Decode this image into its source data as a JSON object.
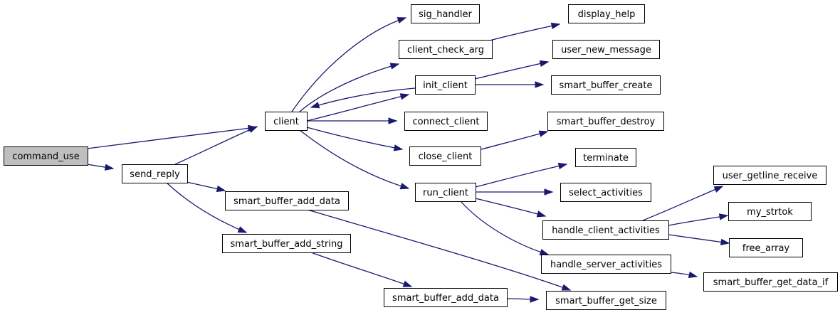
{
  "graph": {
    "nodes": [
      {
        "id": "command_use",
        "label": "command_use",
        "highlight": true
      },
      {
        "id": "client",
        "label": "client"
      },
      {
        "id": "send_reply",
        "label": "send_reply"
      },
      {
        "id": "sig_handler",
        "label": "sig_handler"
      },
      {
        "id": "client_check_arg",
        "label": "client_check_arg"
      },
      {
        "id": "init_client",
        "label": "init_client"
      },
      {
        "id": "connect_client",
        "label": "connect_client"
      },
      {
        "id": "close_client",
        "label": "close_client"
      },
      {
        "id": "run_client",
        "label": "run_client"
      },
      {
        "id": "display_help",
        "label": "display_help"
      },
      {
        "id": "user_new_message",
        "label": "user_new_message"
      },
      {
        "id": "smart_buffer_create",
        "label": "smart_buffer_create"
      },
      {
        "id": "smart_buffer_destroy",
        "label": "smart_buffer_destroy"
      },
      {
        "id": "terminate",
        "label": "terminate"
      },
      {
        "id": "select_activities",
        "label": "select_activities"
      },
      {
        "id": "handle_client_activities",
        "label": "handle_client_activities"
      },
      {
        "id": "handle_server_activities",
        "label": "handle_server_activities"
      },
      {
        "id": "user_getline_receive",
        "label": "user_getline_receive"
      },
      {
        "id": "my_strtok",
        "label": "my_strtok"
      },
      {
        "id": "free_array",
        "label": "free_array"
      },
      {
        "id": "smart_buffer_get_data_if",
        "label": "smart_buffer_get_data_if"
      },
      {
        "id": "smart_buffer_add_data_1",
        "label": "smart_buffer_add_data"
      },
      {
        "id": "smart_buffer_add_string",
        "label": "smart_buffer_add_string"
      },
      {
        "id": "smart_buffer_add_data_2",
        "label": "smart_buffer_add_data"
      },
      {
        "id": "smart_buffer_get_size",
        "label": "smart_buffer_get_size"
      }
    ],
    "edges": [
      {
        "from": "command_use",
        "to": "client"
      },
      {
        "from": "command_use",
        "to": "send_reply"
      },
      {
        "from": "send_reply",
        "to": "client"
      },
      {
        "from": "send_reply",
        "to": "smart_buffer_add_data_1"
      },
      {
        "from": "send_reply",
        "to": "smart_buffer_add_string"
      },
      {
        "from": "client",
        "to": "sig_handler"
      },
      {
        "from": "client",
        "to": "client_check_arg"
      },
      {
        "from": "client",
        "to": "init_client"
      },
      {
        "from": "init_client",
        "to": "client"
      },
      {
        "from": "client",
        "to": "connect_client"
      },
      {
        "from": "client",
        "to": "close_client"
      },
      {
        "from": "client",
        "to": "run_client"
      },
      {
        "from": "client_check_arg",
        "to": "display_help"
      },
      {
        "from": "init_client",
        "to": "user_new_message"
      },
      {
        "from": "init_client",
        "to": "smart_buffer_create"
      },
      {
        "from": "close_client",
        "to": "smart_buffer_destroy"
      },
      {
        "from": "run_client",
        "to": "terminate"
      },
      {
        "from": "run_client",
        "to": "select_activities"
      },
      {
        "from": "run_client",
        "to": "handle_client_activities"
      },
      {
        "from": "run_client",
        "to": "handle_server_activities"
      },
      {
        "from": "handle_client_activities",
        "to": "user_getline_receive"
      },
      {
        "from": "handle_client_activities",
        "to": "my_strtok"
      },
      {
        "from": "handle_client_activities",
        "to": "free_array"
      },
      {
        "from": "handle_server_activities",
        "to": "smart_buffer_get_data_if"
      },
      {
        "from": "smart_buffer_add_data_1",
        "to": "smart_buffer_get_size"
      },
      {
        "from": "smart_buffer_add_string",
        "to": "smart_buffer_add_data_2"
      },
      {
        "from": "smart_buffer_add_data_2",
        "to": "smart_buffer_get_size"
      }
    ]
  }
}
